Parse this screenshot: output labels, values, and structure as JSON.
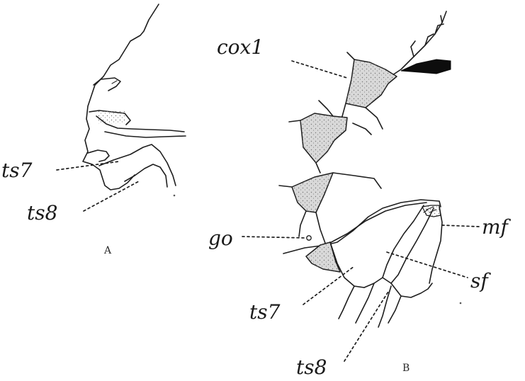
{
  "labels": {
    "cox1": "cox1",
    "ts7_a": "ts7",
    "ts8_a": "ts8",
    "panel_a": "A",
    "go": "go",
    "mf": "mf",
    "sf": "sf",
    "ts7_b": "ts7",
    "ts8_b": "ts8",
    "panel_b": "B"
  }
}
